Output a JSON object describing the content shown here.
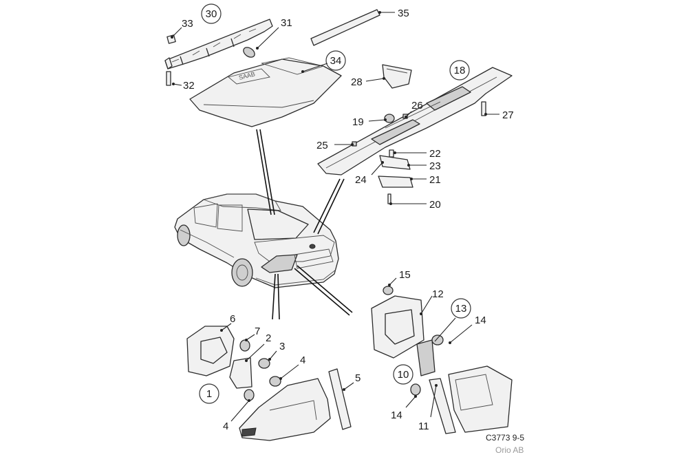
{
  "callouts": [
    {
      "id": "c30",
      "label": "30",
      "circled": true
    },
    {
      "id": "c33",
      "label": "33",
      "circled": false
    },
    {
      "id": "c31",
      "label": "31",
      "circled": false
    },
    {
      "id": "c32",
      "label": "32",
      "circled": false
    },
    {
      "id": "c34",
      "label": "34",
      "circled": true
    },
    {
      "id": "c35",
      "label": "35",
      "circled": false
    },
    {
      "id": "c18",
      "label": "18",
      "circled": true
    },
    {
      "id": "c28",
      "label": "28",
      "circled": false
    },
    {
      "id": "c26",
      "label": "26",
      "circled": false
    },
    {
      "id": "c27",
      "label": "27",
      "circled": false
    },
    {
      "id": "c19",
      "label": "19",
      "circled": false
    },
    {
      "id": "c25",
      "label": "25",
      "circled": false
    },
    {
      "id": "c22",
      "label": "22",
      "circled": false
    },
    {
      "id": "c23",
      "label": "23",
      "circled": false
    },
    {
      "id": "c24",
      "label": "24",
      "circled": false
    },
    {
      "id": "c21",
      "label": "21",
      "circled": false
    },
    {
      "id": "c20",
      "label": "20",
      "circled": false
    },
    {
      "id": "c15",
      "label": "15",
      "circled": false
    },
    {
      "id": "c12",
      "label": "12",
      "circled": false
    },
    {
      "id": "c13",
      "label": "13",
      "circled": true
    },
    {
      "id": "c14a",
      "label": "14",
      "circled": false
    },
    {
      "id": "c10",
      "label": "10",
      "circled": true
    },
    {
      "id": "c14b",
      "label": "14",
      "circled": false
    },
    {
      "id": "c11",
      "label": "11",
      "circled": false
    },
    {
      "id": "c6",
      "label": "6",
      "circled": false
    },
    {
      "id": "c7",
      "label": "7",
      "circled": false
    },
    {
      "id": "c2",
      "label": "2",
      "circled": false
    },
    {
      "id": "c3",
      "label": "3",
      "circled": false
    },
    {
      "id": "c4a",
      "label": "4",
      "circled": false
    },
    {
      "id": "c5",
      "label": "5",
      "circled": false
    },
    {
      "id": "c1",
      "label": "1",
      "circled": true
    },
    {
      "id": "c4b",
      "label": "4",
      "circled": false
    }
  ],
  "reference": {
    "code": "C3773 9-5",
    "source": "Orio AB"
  }
}
